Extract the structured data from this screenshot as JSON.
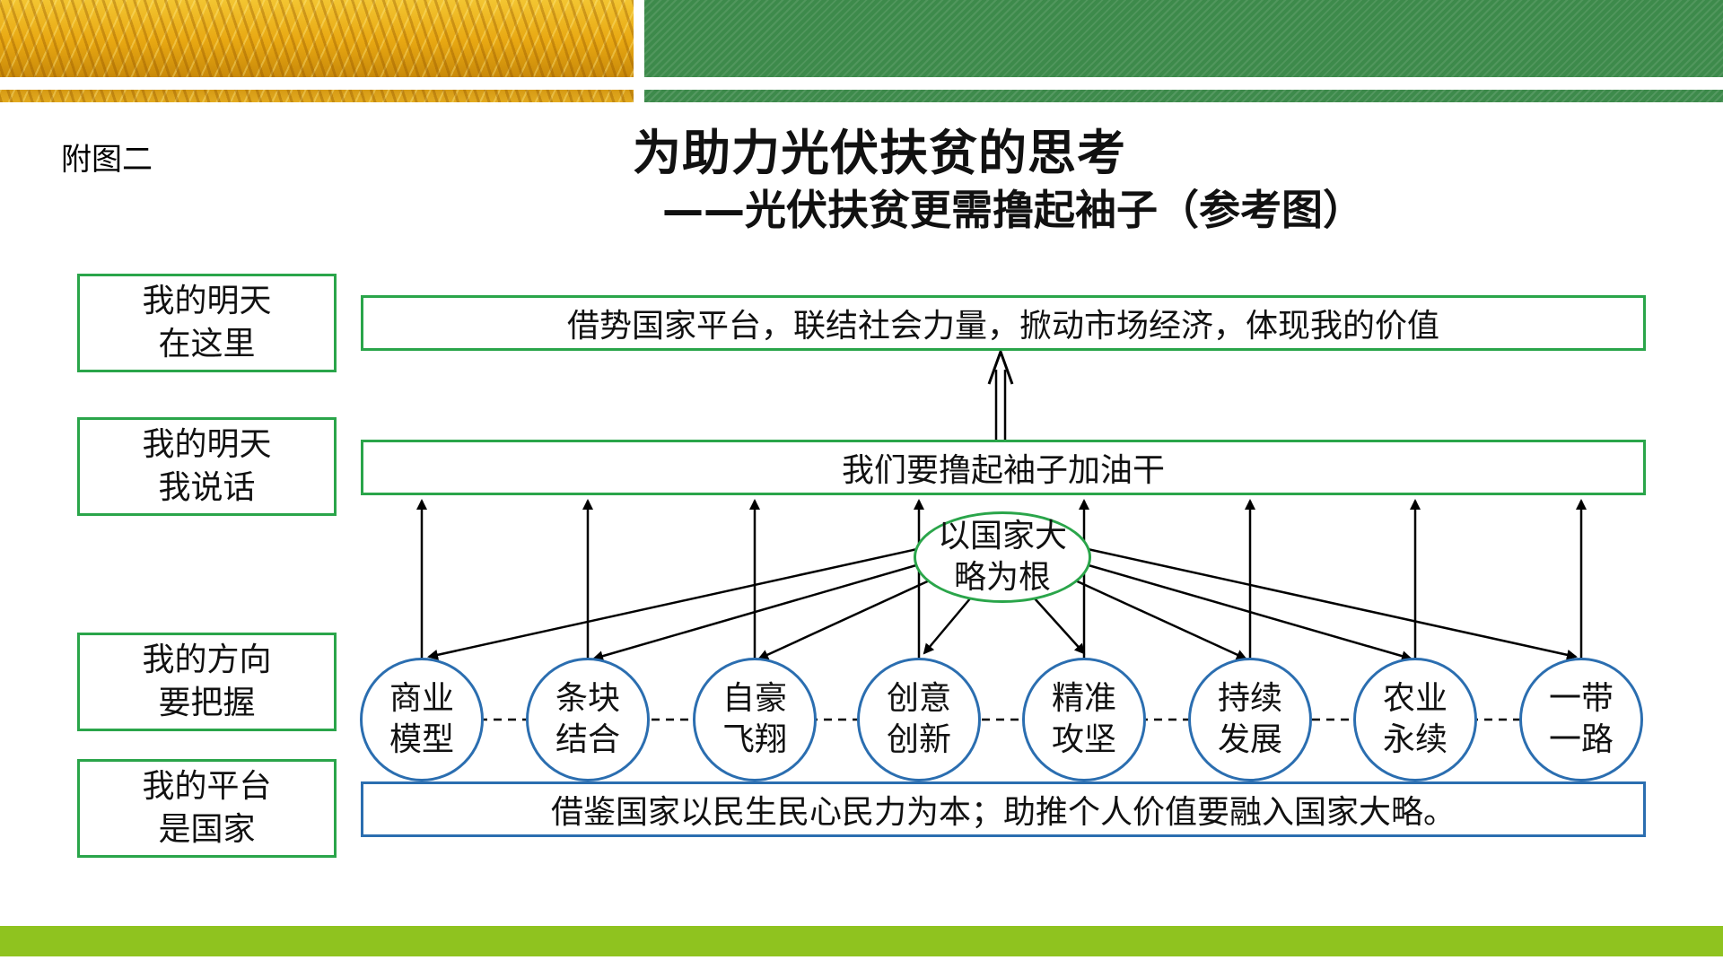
{
  "figure_label": "附图二",
  "title": "为助力光伏扶贫的思考",
  "subtitle": "——光伏扶贫更需撸起袖子（参考图）",
  "side_labels": [
    "我的明天\n在这里",
    "我的明天\n我说话",
    "我的方向\n要把握",
    "我的平台\n是国家"
  ],
  "top_bar": "借势国家平台，联结社会力量，掀动市场经济，体现我的价值",
  "middle_bar": "我们要撸起袖子加油干",
  "root_node": "以国家大\n略为根",
  "circles": [
    "商业\n模型",
    "条块\n结合",
    "自豪\n飞翔",
    "创意\n创新",
    "精准\n攻坚",
    "持续\n发展",
    "农业\n永续",
    "一带\n一路"
  ],
  "bottom_bar": "借鉴国家以民生民心民力为本；助推个人价值要融入国家大略。",
  "colors": {
    "green_border": "#2aa54a",
    "blue_border": "#2b6eb0",
    "banner_green": "#3d8a4b",
    "footer_green": "#8fc31f",
    "wheat_gold": "#e8a812"
  }
}
